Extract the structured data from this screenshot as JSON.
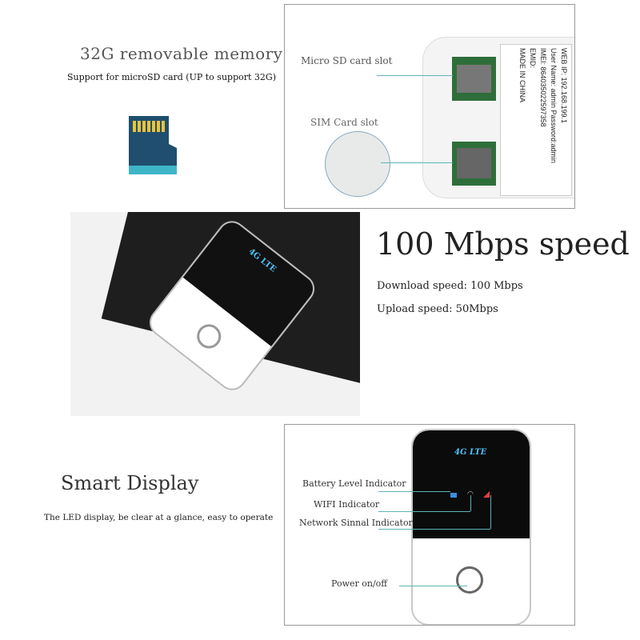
{
  "memory": {
    "title": "32G removable memory",
    "subtitle": "Support for microSD card (UP to support 32G)",
    "slot_labels": {
      "sd": "Micro SD card slot",
      "sim": "SIM Card slot"
    },
    "device_label": {
      "ip": "WEB IP: 192.168.199.1",
      "user": "User Name: admin  Password:admin",
      "imei": "IMEI: 864035022597358",
      "emid": "EMID:",
      "origin": "MADE IN CHINA"
    }
  },
  "speed": {
    "title": "100 Mbps speed",
    "download": "Download speed: 100 Mbps",
    "upload": "Upload speed: 50Mbps",
    "logo": "4G LTE"
  },
  "display": {
    "title": "Smart Display",
    "subtitle": "The LED display, be clear at a glance, easy to operate",
    "labels": {
      "battery": "Battery Level Indicator",
      "wifi": "WIFI Indicator",
      "signal": "Network Sinnal Indicator",
      "power": "Power on/off"
    },
    "logo": "4G LTE"
  },
  "colors": {
    "accent_line": "#5fb3b8",
    "sd_card": "#1f4e6e",
    "sd_stripe": "#3fb6c8",
    "battery": "#3a8fe0",
    "signal": "#e04040"
  }
}
